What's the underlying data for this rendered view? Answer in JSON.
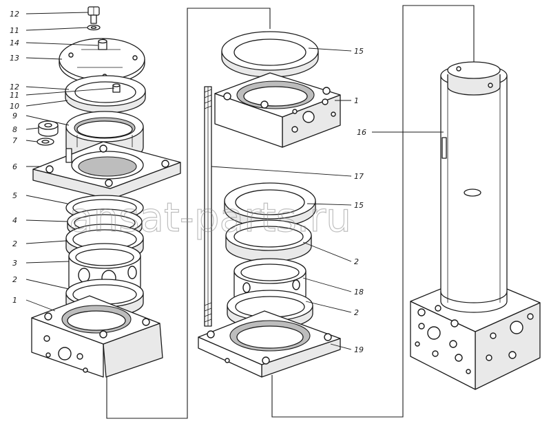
{
  "callouts": {
    "c12a": "12",
    "c11a": "11",
    "c14": "14",
    "c13": "13",
    "c12b": "12",
    "c11b": "11",
    "c10": "10",
    "c9": "9",
    "c8": "8",
    "c7": "7",
    "c6": "6",
    "c5": "5",
    "c4": "4",
    "c2a": "2",
    "c3": "3",
    "c2b": "2",
    "c1a": "1",
    "c15a": "15",
    "c1b": "1",
    "c17": "17",
    "c15b": "15",
    "c2c": "2",
    "c18": "18",
    "c2d": "2",
    "c19": "19",
    "c16": "16"
  },
  "watermark": "ansat-parts.ru",
  "colors": {
    "ink": "#1a1a1a",
    "paper": "#ffffff",
    "watermark": "#8a8a8a"
  }
}
